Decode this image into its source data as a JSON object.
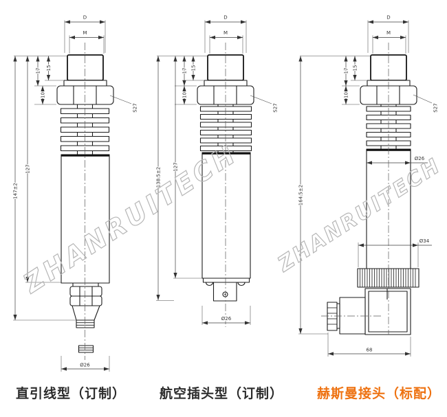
{
  "watermark": {
    "text": "ZHANRUITECH",
    "color": "#b6b6b6"
  },
  "drawings": {
    "direct": {
      "caption": "直引线型（订制）",
      "caption_color": "#2b2b2b",
      "dims": {
        "outer_dia": "D",
        "thread": "M",
        "thread_len": "15",
        "head_len": "17",
        "hex_height": "10",
        "hex_flats": "S27",
        "body_len": "127",
        "overall_len": "147±2",
        "body_dia": "Ø26"
      }
    },
    "aviation": {
      "caption": "航空插头型（订制）",
      "caption_color": "#2b2b2b",
      "dims": {
        "outer_dia": "D",
        "thread": "M",
        "thread_len": "15",
        "head_len": "17",
        "hex_height": "10",
        "hex_flats": "S27",
        "body_len": "127",
        "overall_len": "138.5±2",
        "body_dia": "Ø26"
      }
    },
    "hirschmann": {
      "caption": "赫斯曼接头（标配）",
      "caption_color": "#ee7211",
      "dims": {
        "outer_dia": "D",
        "thread": "M",
        "thread_len": "15",
        "head_len": "17",
        "hex_height": "10",
        "hex_flats": "S27",
        "overall_len": "164.5±2",
        "body_dia": "Ø26",
        "knurl_dia": "Ø34",
        "connector_width": "68"
      }
    }
  }
}
